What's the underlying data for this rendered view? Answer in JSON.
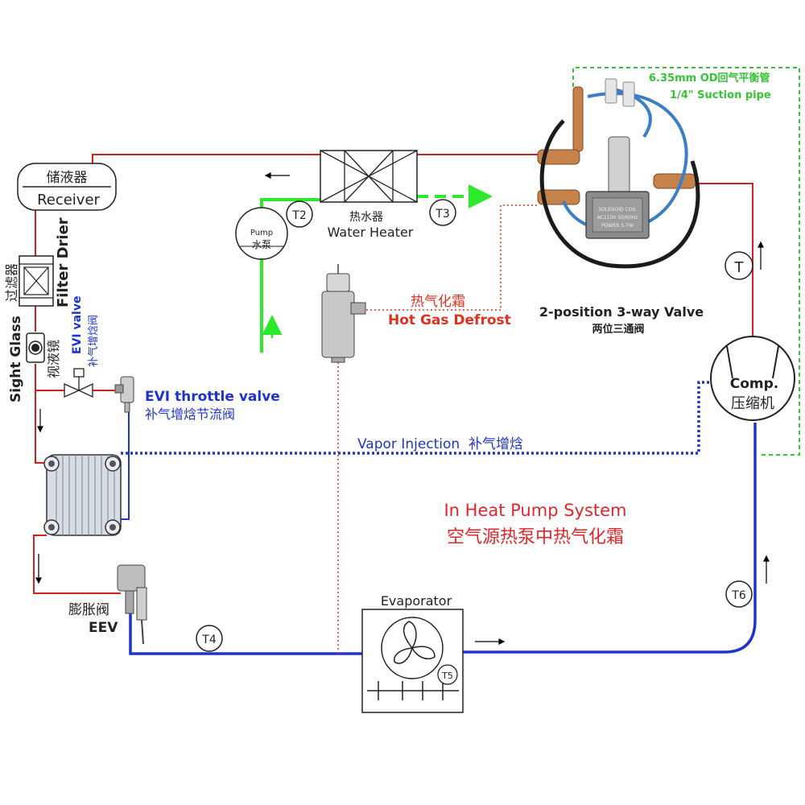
{
  "colors": {
    "red": "#d21f1f",
    "blue": "#1f35c9",
    "green": "#2ee82e",
    "dashed_green": "#36c436",
    "hot_gas": "#e03020",
    "title_red": "#e0262a"
  },
  "components": {
    "receiver": {
      "cn": "储液器",
      "en": "Receiver"
    },
    "filter_drier": {
      "cn": "过滤器",
      "en": "Filter Drier"
    },
    "sight_glass": {
      "cn": "视液镜",
      "en": "Sight Glass"
    },
    "evi_valve": {
      "en": "EVI valve",
      "cn": "补气增焓阀"
    },
    "evi_throttle": {
      "en": "EVI throttle valve",
      "cn": "补气增焓节流阀"
    },
    "pump": {
      "en": "Pump",
      "cn": "水泵"
    },
    "water_heater": {
      "cn": "热水器",
      "en": "Water Heater"
    },
    "three_way_valve": {
      "en": "2-position 3-way Valve",
      "cn": "两位三通阀"
    },
    "solenoid": {
      "line1": "SOLENOID COIL",
      "line2": "AC110V 50/60Hz",
      "line3": "POWER 5-7W"
    },
    "compressor": {
      "en": "Comp.",
      "cn": "压缩机"
    },
    "evaporator": {
      "en": "Evaporator"
    },
    "eev": {
      "cn": "膨胀阀",
      "en": "EEV"
    }
  },
  "annotations": {
    "suction_line1": "6.35mm OD回气平衡管",
    "suction_line2": "1/4\" Suction pipe",
    "hot_gas_cn": "热气化霜",
    "hot_gas_en": "Hot Gas Defrost",
    "vapor_injection": "Vapor Injection  补气增焓",
    "title_en": "In Heat Pump System",
    "title_cn": "空气源热泵中热气化霜"
  },
  "sensors": {
    "t1": "T",
    "t2": "T2",
    "t3": "T3",
    "t4": "T4",
    "t5": "T5",
    "t6": "T6"
  }
}
